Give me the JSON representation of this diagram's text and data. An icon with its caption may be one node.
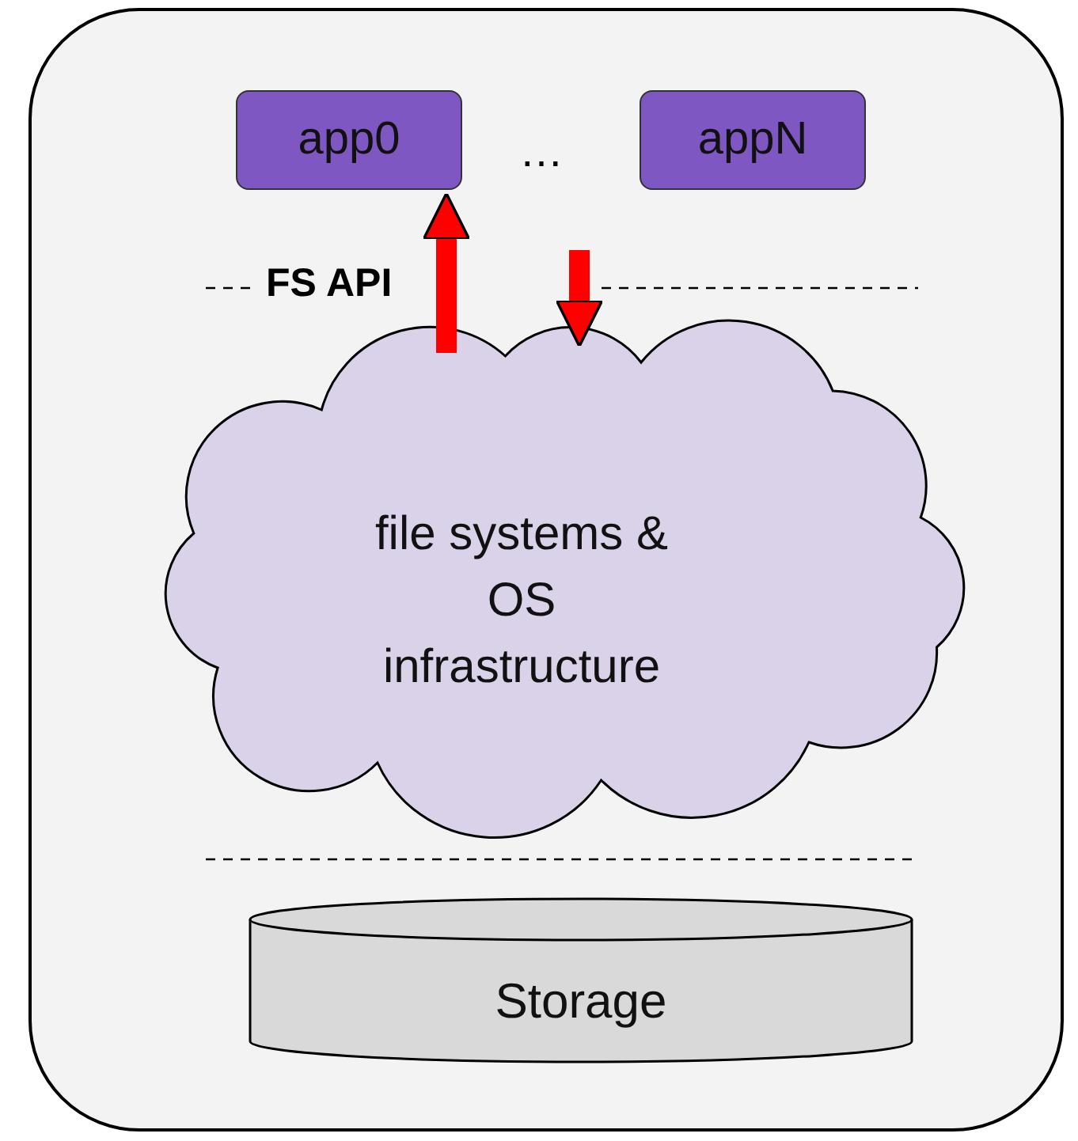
{
  "diagram": {
    "nodes": [
      {
        "text": [],
        "shape": "box"
      },
      {
        "text": [
          "app0"
        ],
        "in": 0
      },
      {
        "text": [
          "appN"
        ],
        "in": 0
      },
      {
        "text": [
          "file systems & OS infrastructure"
        ],
        "in": 0
      },
      {
        "text": [
          "Storage"
        ],
        "in": 0
      }
    ],
    "edges": [
      {
        "from": 3,
        "to": 1,
        "arrow": "to"
      },
      {
        "from": null,
        "to": 3,
        "arrow": "to"
      }
    ],
    "labels": [
      "…",
      "FS API"
    ]
  }
}
